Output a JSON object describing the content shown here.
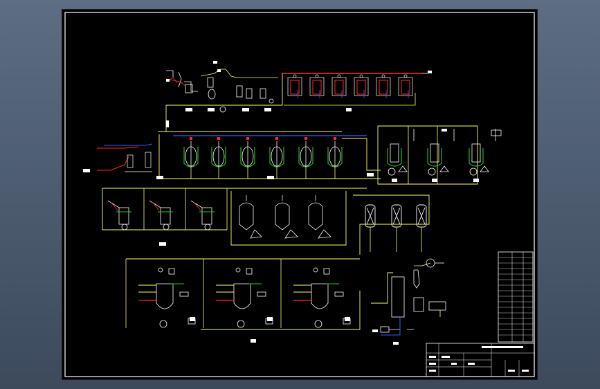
{
  "title_block": {
    "label_cells": [
      "",
      "",
      "",
      "",
      "",
      "",
      "",
      ""
    ]
  },
  "colors": {
    "background": "#000000",
    "frame": "#ffffff",
    "pipe_main": "#ffff66",
    "pipe_steam": "#ff2a2a",
    "pipe_water": "#3a5bff",
    "jacket": "#22cc22",
    "equipment": "#ffffff"
  },
  "sections": {
    "feed_and_reactors_top": {
      "reactor_count": 6
    },
    "reactors_middle": {
      "reactor_count": 6
    },
    "separators_right": {
      "vessel_count": 3
    },
    "crystallizers": {
      "vessel_count": 3
    },
    "settling_tanks": {
      "vessel_count": 3
    },
    "packed_columns": {
      "column_count": 3
    },
    "large_kettles": {
      "kettle_count": 3
    },
    "dryer_unit": {
      "blower_count": 1
    }
  }
}
